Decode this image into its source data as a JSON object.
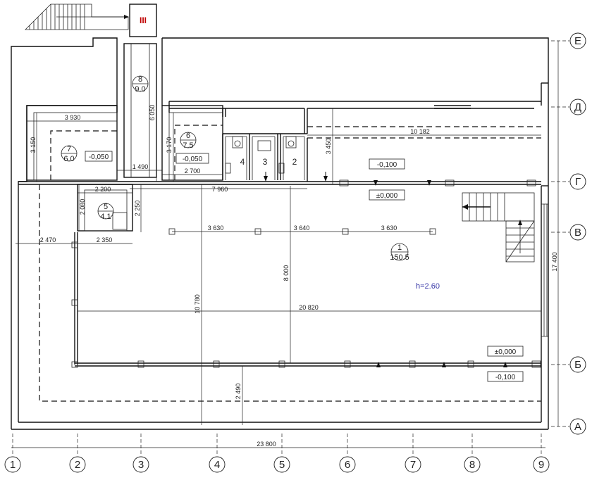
{
  "stair_mark": "III",
  "grid_cols": [
    "1",
    "2",
    "3",
    "4",
    "5",
    "6",
    "7",
    "8",
    "9"
  ],
  "grid_rows": [
    "Е",
    "Д",
    "Г",
    "В",
    "Б",
    "А"
  ],
  "rooms": [
    {
      "num": "1",
      "area": "150.5"
    },
    {
      "num": "2"
    },
    {
      "num": "3"
    },
    {
      "num": "4"
    },
    {
      "num": "5",
      "area": "4.1"
    },
    {
      "num": "6",
      "area": "7.5"
    },
    {
      "num": "7",
      "area": "6.0"
    },
    {
      "num": "8",
      "area": "9.0"
    }
  ],
  "levels": {
    "r7": "-0,050",
    "r6": "-0,050",
    "corr": "-0,100",
    "main": "±0,000",
    "b_top": "±0,000",
    "b_bot": "-0,100"
  },
  "height_note": "h=2.60",
  "dims": {
    "d3930": "3 930",
    "d3150": "3 150",
    "d6050": "6 050",
    "d3170": "3 170",
    "d1490": "1 490",
    "d2700": "2 700",
    "d10182": "10 182",
    "d3450": "3 450",
    "d2200": "2 200",
    "d7960": "7 960",
    "d2080": "2 080",
    "d2250": "2 250",
    "d2470": "2 470",
    "d2350": "2 350",
    "d3630a": "3 630",
    "d3640": "3 640",
    "d3630b": "3 630",
    "d8000": "8 000",
    "d10780": "10 780",
    "d20820": "20 820",
    "d2490": "2 490",
    "d17400": "17 400",
    "d23800": "23 800"
  }
}
